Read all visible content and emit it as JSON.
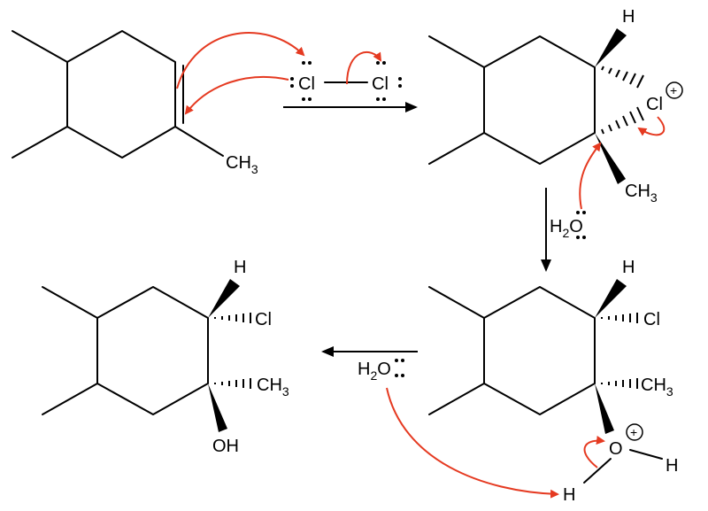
{
  "colors": {
    "bond": "#000000",
    "curly_arrow": "#e53a21",
    "background": "#ffffff"
  },
  "labels": {
    "ch3": "CH",
    "ch3_sub": "3",
    "cl": "Cl",
    "h": "H",
    "h2o_h": "H",
    "h2o_sub": "2",
    "h2o_o": "O",
    "oh": "OH",
    "o": "O",
    "plus": "+"
  }
}
